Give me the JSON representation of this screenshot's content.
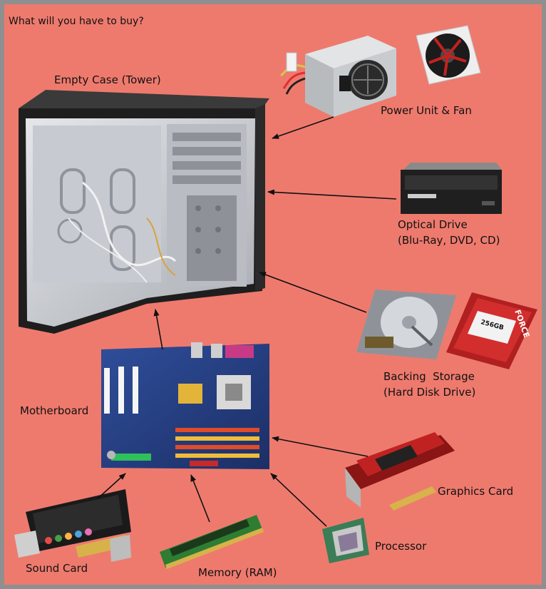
{
  "title": "What will you have to buy?",
  "components": {
    "case": {
      "label": "Empty Case (Tower)"
    },
    "power": {
      "label": "Power Unit & Fan"
    },
    "optical": {
      "label_line1": "Optical Drive",
      "label_line2": "(Blu-Ray, DVD, CD)"
    },
    "storage": {
      "label_line1": "Backing  Storage",
      "label_line2": "(Hard Disk Drive)",
      "ssd_brand": "FORCE",
      "ssd_size": "256GB"
    },
    "motherboard": {
      "label": "Motherboard"
    },
    "graphics": {
      "label": "Graphics Card"
    },
    "processor": {
      "label": "Processor"
    },
    "memory": {
      "label": "Memory (RAM)"
    },
    "sound": {
      "label": "Sound Card"
    }
  },
  "colors": {
    "background": "#ee7a6e",
    "border": "#8f8f8f",
    "arrow": "#111111"
  }
}
